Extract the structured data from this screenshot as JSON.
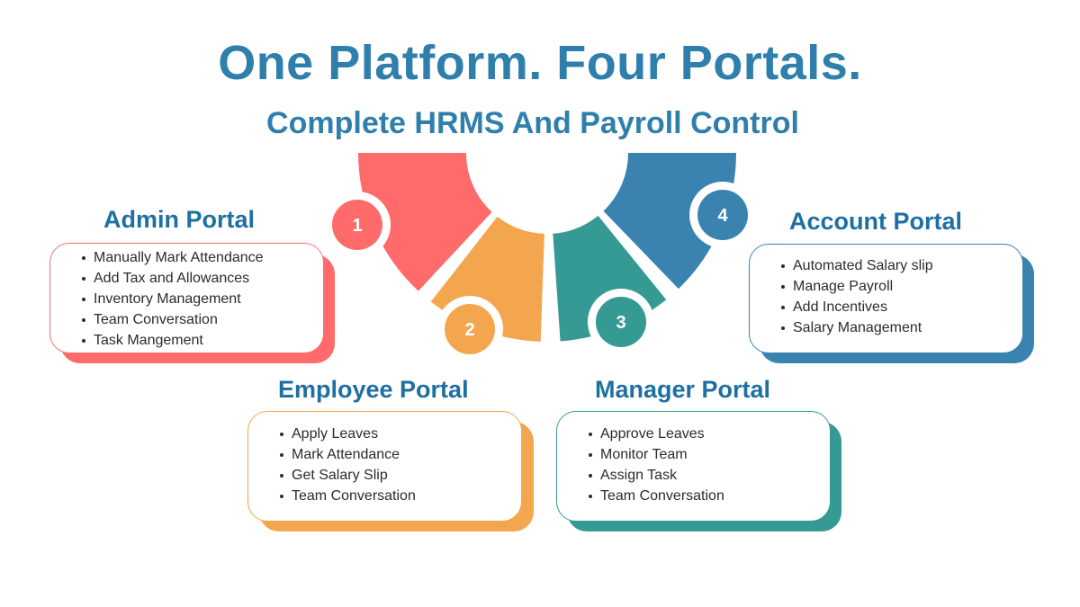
{
  "header": {
    "title": "One Platform. Four Portals.",
    "subtitle": "Complete HRMS And Payroll Control"
  },
  "colors": {
    "title": "#2f7fac",
    "subtitle": "#2f7fac",
    "portal_title": "#1e6fa2",
    "admin": "#ff6b6b",
    "employee": "#f4a64f",
    "manager": "#369a94",
    "account": "#3a82b0"
  },
  "portals": [
    {
      "number": "1",
      "title": "Admin Portal",
      "items": [
        "Manually Mark Attendance",
        "Add Tax and Allowances",
        "Inventory Management",
        "Team Conversation",
        "Task Mangement"
      ]
    },
    {
      "number": "2",
      "title": "Employee Portal",
      "items": [
        "Apply Leaves",
        "Mark Attendance",
        "Get Salary Slip",
        "Team Conversation"
      ]
    },
    {
      "number": "3",
      "title": "Manager Portal",
      "items": [
        "Approve Leaves",
        "Monitor Team",
        "Assign Task",
        "Team Conversation"
      ]
    },
    {
      "number": "4",
      "title": "Account Portal",
      "items": [
        "Automated Salary slip",
        "Manage Payroll",
        "Add Incentives",
        "Salary Management"
      ]
    }
  ]
}
